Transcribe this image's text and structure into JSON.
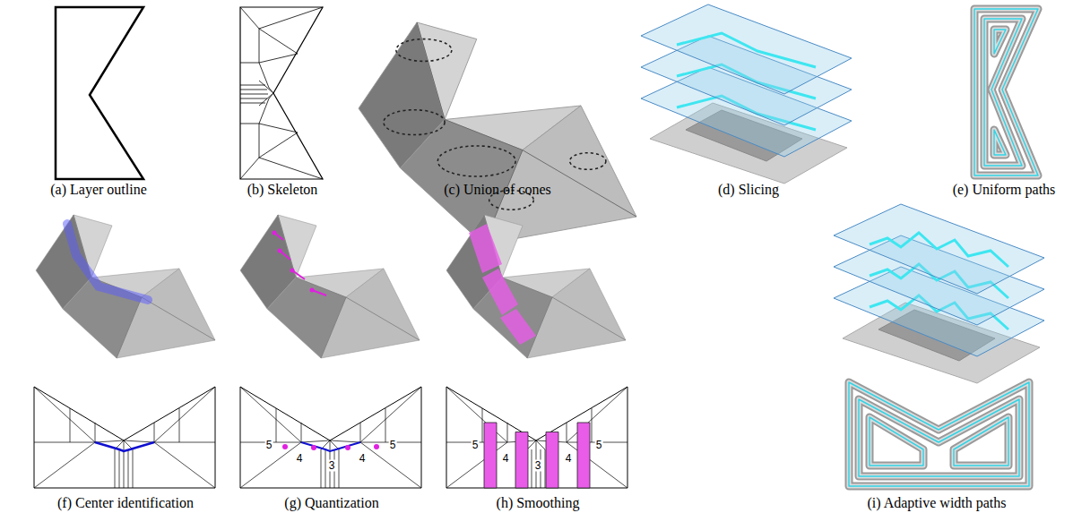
{
  "diagram": {
    "labels": [
      "(a) Layer outline",
      "(b) Skeleton",
      "(c) Union of cones",
      "(d) Slicing",
      "(e) Uniform paths",
      "(f) Center identification",
      "(g) Quantization",
      "(h) Smoothing",
      "(i) Adaptive width paths",
      "5",
      "4",
      "3",
      "4",
      "5",
      "5",
      "4",
      "3",
      "4",
      "5"
    ]
  }
}
